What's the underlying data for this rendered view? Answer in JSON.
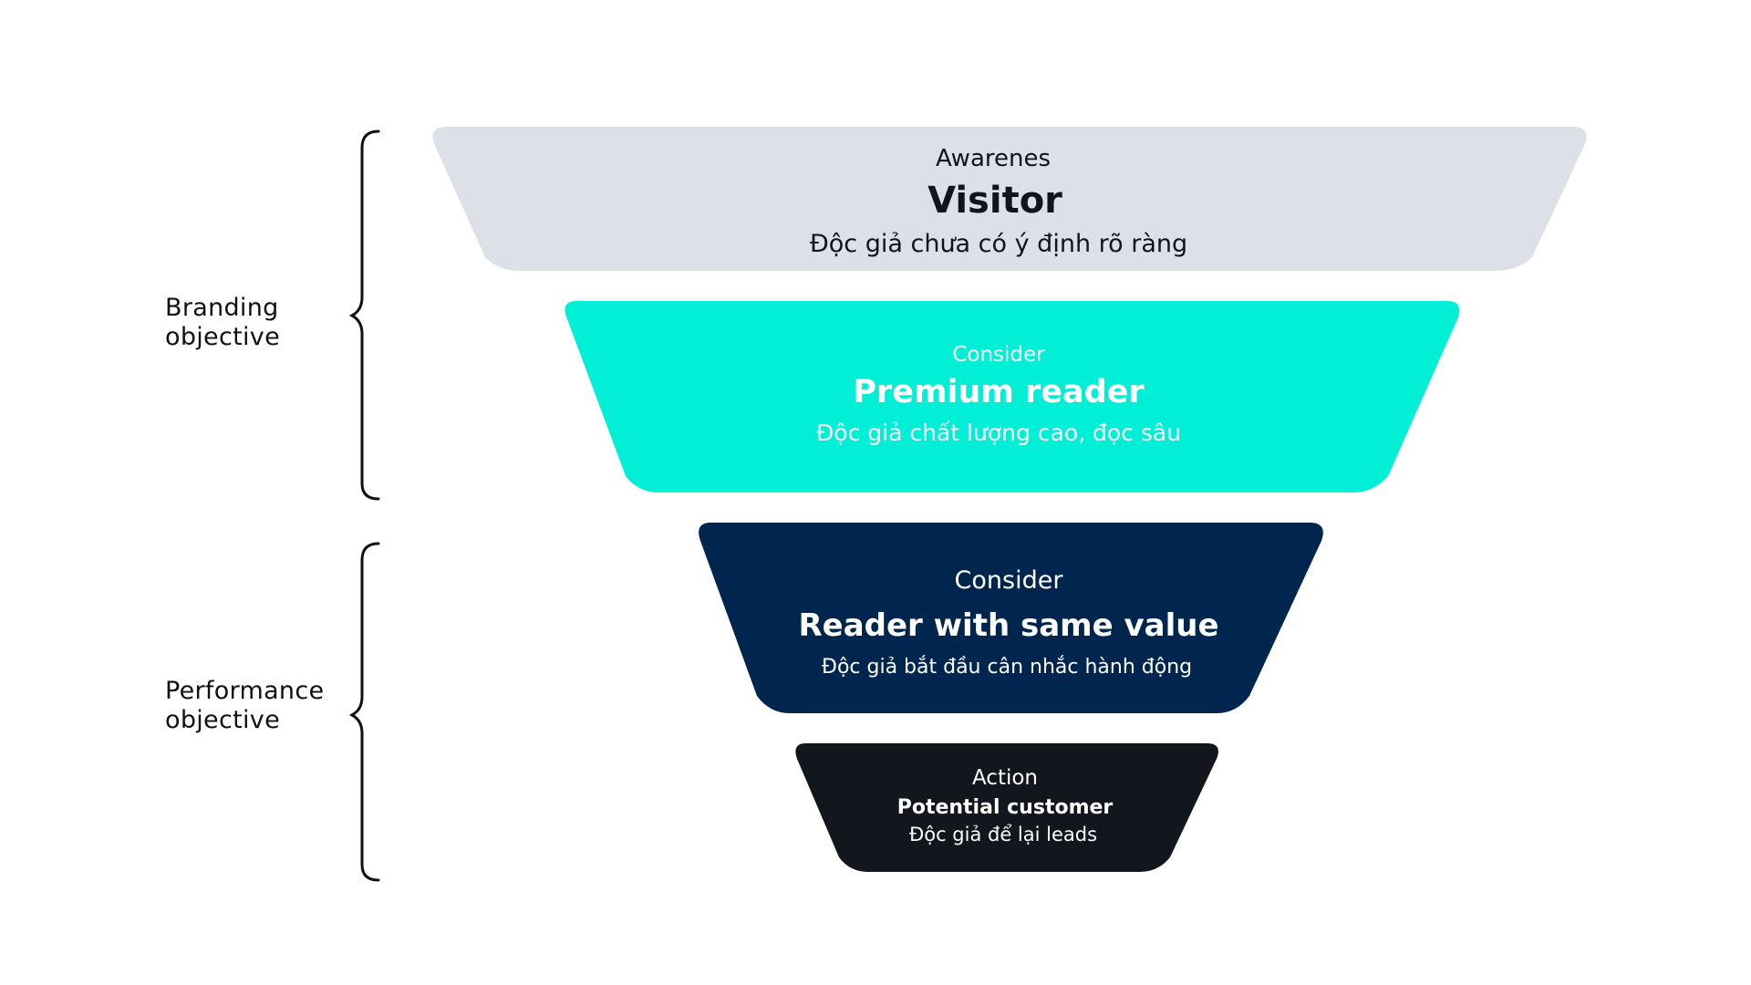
{
  "groups": [
    {
      "line1": "Branding",
      "line2": "objective"
    },
    {
      "line1": "Performance",
      "line2": "objective"
    }
  ],
  "stages": [
    {
      "stage": "Awarenes",
      "title": "Visitor",
      "desc": "Độc giả chưa có ý định rõ ràng",
      "fill": "#dde1e7",
      "text_color": "#111418"
    },
    {
      "stage": "Consider",
      "title": "Premium reader",
      "desc": "Độc giả chất lượng cao, đọc sâu",
      "fill": "#00efd6",
      "text_color": "#ffffff"
    },
    {
      "stage": "Consider",
      "title": "Reader with same value",
      "desc": "Độc giả bắt đầu cân nhắc hành động",
      "fill": "#00264f",
      "text_color": "#ffffff"
    },
    {
      "stage": "Action",
      "title": "Potential customer",
      "desc": "Độc giả để lại leads",
      "fill": "#13161c",
      "text_color": "#ffffff"
    }
  ]
}
